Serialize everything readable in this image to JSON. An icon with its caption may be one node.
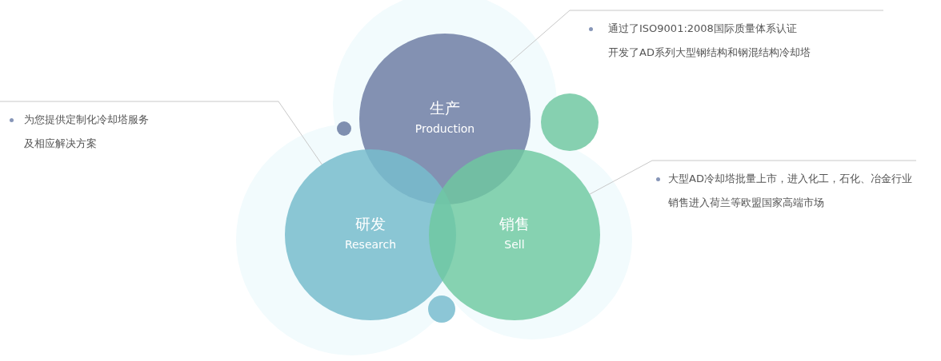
{
  "diagram": {
    "nodes": [
      {
        "text": [
          "生产",
          "Production"
        ]
      },
      {
        "text": [
          "研发",
          "Research"
        ]
      },
      {
        "text": [
          "销售",
          "Sell"
        ]
      },
      {
        "text": [
          "通过了ISO9001:2008国际质量体系认证",
          "开发了AD系列大型钢结构和钢混结构冷却塔"
        ]
      },
      {
        "text": [
          "为您提供定制化冷却塔服务",
          "及相应解决方案"
        ]
      },
      {
        "text": [
          "大型AD冷却塔批量上市，进入化工，石化、冶金行业",
          "销售进入荷兰等欧盟国家高端市场"
        ]
      },
      {
        "text": [],
        "shape": "circle"
      },
      {
        "text": [],
        "shape": "circle"
      },
      {
        "text": [],
        "shape": "circle"
      }
    ],
    "edges": [
      {
        "from": 3,
        "to": 0,
        "arrow": "none"
      },
      {
        "from": 4,
        "to": 1,
        "arrow": "none"
      },
      {
        "from": 5,
        "to": 2,
        "arrow": "none"
      }
    ]
  }
}
